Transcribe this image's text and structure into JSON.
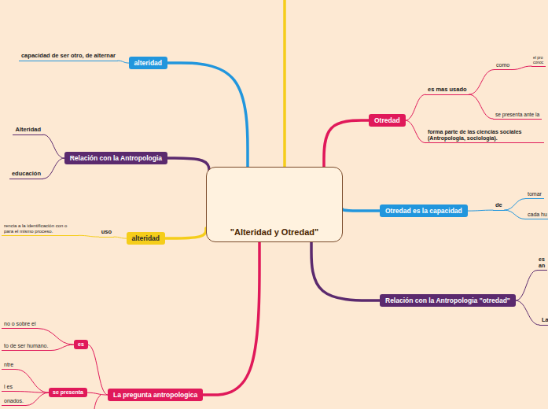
{
  "diagram": {
    "nodes": [
      {
        "text": [
          "\"Alteridad y Otredad\""
        ]
      },
      {
        "text": [
          "alteridad"
        ]
      },
      {
        "text": [
          "capacidad de ser otro, de alternar"
        ]
      },
      {
        "text": [
          "Relación con la Antropologia"
        ]
      },
      {
        "text": [
          "Alteridad"
        ]
      },
      {
        "text": [
          "educación"
        ]
      },
      {
        "text": [
          "alteridad"
        ]
      },
      {
        "text": [
          "uso"
        ]
      },
      {
        "text": [
          "rencia a la identificación con o para el mismo proceso."
        ]
      },
      {
        "text": [
          "La pregunta antropologica"
        ]
      },
      {
        "text": [
          "es"
        ]
      },
      {
        "text": [
          "no o sobre el"
        ]
      },
      {
        "text": [
          "to de ser humano."
        ]
      },
      {
        "text": [
          "se presenta"
        ]
      },
      {
        "text": [
          "ntre"
        ]
      },
      {
        "text": [
          "l es"
        ]
      },
      {
        "text": [
          "onados."
        ]
      },
      {
        "text": [
          "Otredad"
        ]
      },
      {
        "text": [
          "es mas usado"
        ]
      },
      {
        "text": [
          "como"
        ]
      },
      {
        "text": [
          "el pro conoc"
        ]
      },
      {
        "text": [
          "se presenta ante la"
        ]
      },
      {
        "text": [
          "forma parte de las ciencias sociales (Antropologia, sociologia)."
        ]
      },
      {
        "text": [
          "Otredad es la capacidad"
        ]
      },
      {
        "text": [
          "de"
        ]
      },
      {
        "text": [
          "tomar"
        ]
      },
      {
        "text": [
          "cada hu"
        ]
      },
      {
        "text": [
          "Relación con la Antropologia \"otredad\""
        ]
      },
      {
        "text": [
          "es an"
        ]
      },
      {
        "text": [
          "La"
        ]
      }
    ],
    "edges": [
      {
        "from": 0,
        "to": 1,
        "arrow": "none"
      },
      {
        "from": 1,
        "to": 2,
        "arrow": "none"
      },
      {
        "from": 0,
        "to": 3,
        "arrow": "none"
      },
      {
        "from": 3,
        "to": 4,
        "arrow": "none"
      },
      {
        "from": 3,
        "to": 5,
        "arrow": "none"
      },
      {
        "from": 0,
        "to": 6,
        "arrow": "none"
      },
      {
        "from": 6,
        "to": 7,
        "arrow": "none"
      },
      {
        "from": 7,
        "to": 8,
        "arrow": "none"
      },
      {
        "from": 0,
        "to": 9,
        "arrow": "none"
      },
      {
        "from": 9,
        "to": 10,
        "arrow": "none"
      },
      {
        "from": 10,
        "to": 11,
        "arrow": "none"
      },
      {
        "from": 10,
        "to": 12,
        "arrow": "none"
      },
      {
        "from": 9,
        "to": 13,
        "arrow": "none"
      },
      {
        "from": 13,
        "to": 14,
        "arrow": "none"
      },
      {
        "from": 13,
        "to": 15,
        "arrow": "none"
      },
      {
        "from": 13,
        "to": 16,
        "arrow": "none"
      },
      {
        "from": 0,
        "to": 17,
        "arrow": "none"
      },
      {
        "from": 17,
        "to": 18,
        "arrow": "none"
      },
      {
        "from": 18,
        "to": 19,
        "arrow": "none"
      },
      {
        "from": 19,
        "to": 20,
        "arrow": "none"
      },
      {
        "from": 18,
        "to": 21,
        "arrow": "none"
      },
      {
        "from": 17,
        "to": 22,
        "arrow": "none"
      },
      {
        "from": 0,
        "to": 23,
        "arrow": "none"
      },
      {
        "from": 23,
        "to": 24,
        "arrow": "none"
      },
      {
        "from": 24,
        "to": 25,
        "arrow": "none"
      },
      {
        "from": 24,
        "to": 26,
        "arrow": "none"
      },
      {
        "from": 0,
        "to": 27,
        "arrow": "none"
      },
      {
        "from": 27,
        "to": 28,
        "arrow": "none"
      },
      {
        "from": 27,
        "to": 29,
        "arrow": "none"
      }
    ]
  }
}
